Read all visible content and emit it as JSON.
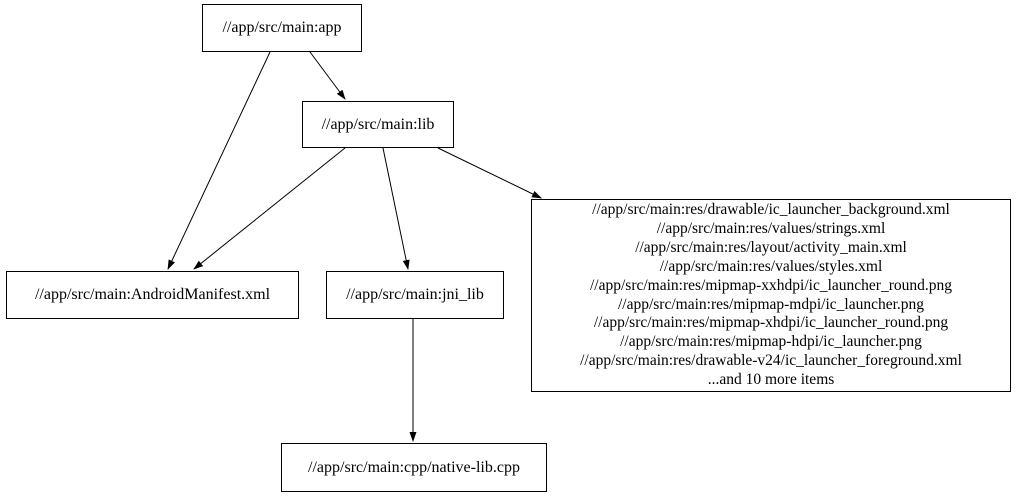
{
  "graph": {
    "background_color": "#ffffff",
    "node_border_color": "#000000",
    "edge_color": "#000000",
    "text_color": "#000000",
    "nodes": {
      "app": {
        "label": "//app/src/main:app"
      },
      "lib": {
        "label": "//app/src/main:lib"
      },
      "android_manifest": {
        "label": "//app/src/main:AndroidManifest.xml"
      },
      "jni_lib": {
        "label": "//app/src/main:jni_lib"
      },
      "cpp_native_lib": {
        "label": "//app/src/main:cpp/native-lib.cpp"
      },
      "resources": {
        "lines": [
          "//app/src/main:res/drawable/ic_launcher_background.xml",
          "//app/src/main:res/values/strings.xml",
          "//app/src/main:res/layout/activity_main.xml",
          "//app/src/main:res/values/styles.xml",
          "//app/src/main:res/mipmap-xxhdpi/ic_launcher_round.png",
          "//app/src/main:res/mipmap-mdpi/ic_launcher.png",
          "//app/src/main:res/mipmap-xhdpi/ic_launcher_round.png",
          "//app/src/main:res/mipmap-hdpi/ic_launcher.png",
          "//app/src/main:res/drawable-v24/ic_launcher_foreground.xml",
          "...and 10 more items"
        ]
      }
    },
    "edges": [
      {
        "from": "app",
        "to": "lib"
      },
      {
        "from": "app",
        "to": "android_manifest"
      },
      {
        "from": "lib",
        "to": "android_manifest"
      },
      {
        "from": "lib",
        "to": "jni_lib"
      },
      {
        "from": "lib",
        "to": "resources"
      },
      {
        "from": "jni_lib",
        "to": "cpp_native_lib"
      }
    ]
  }
}
